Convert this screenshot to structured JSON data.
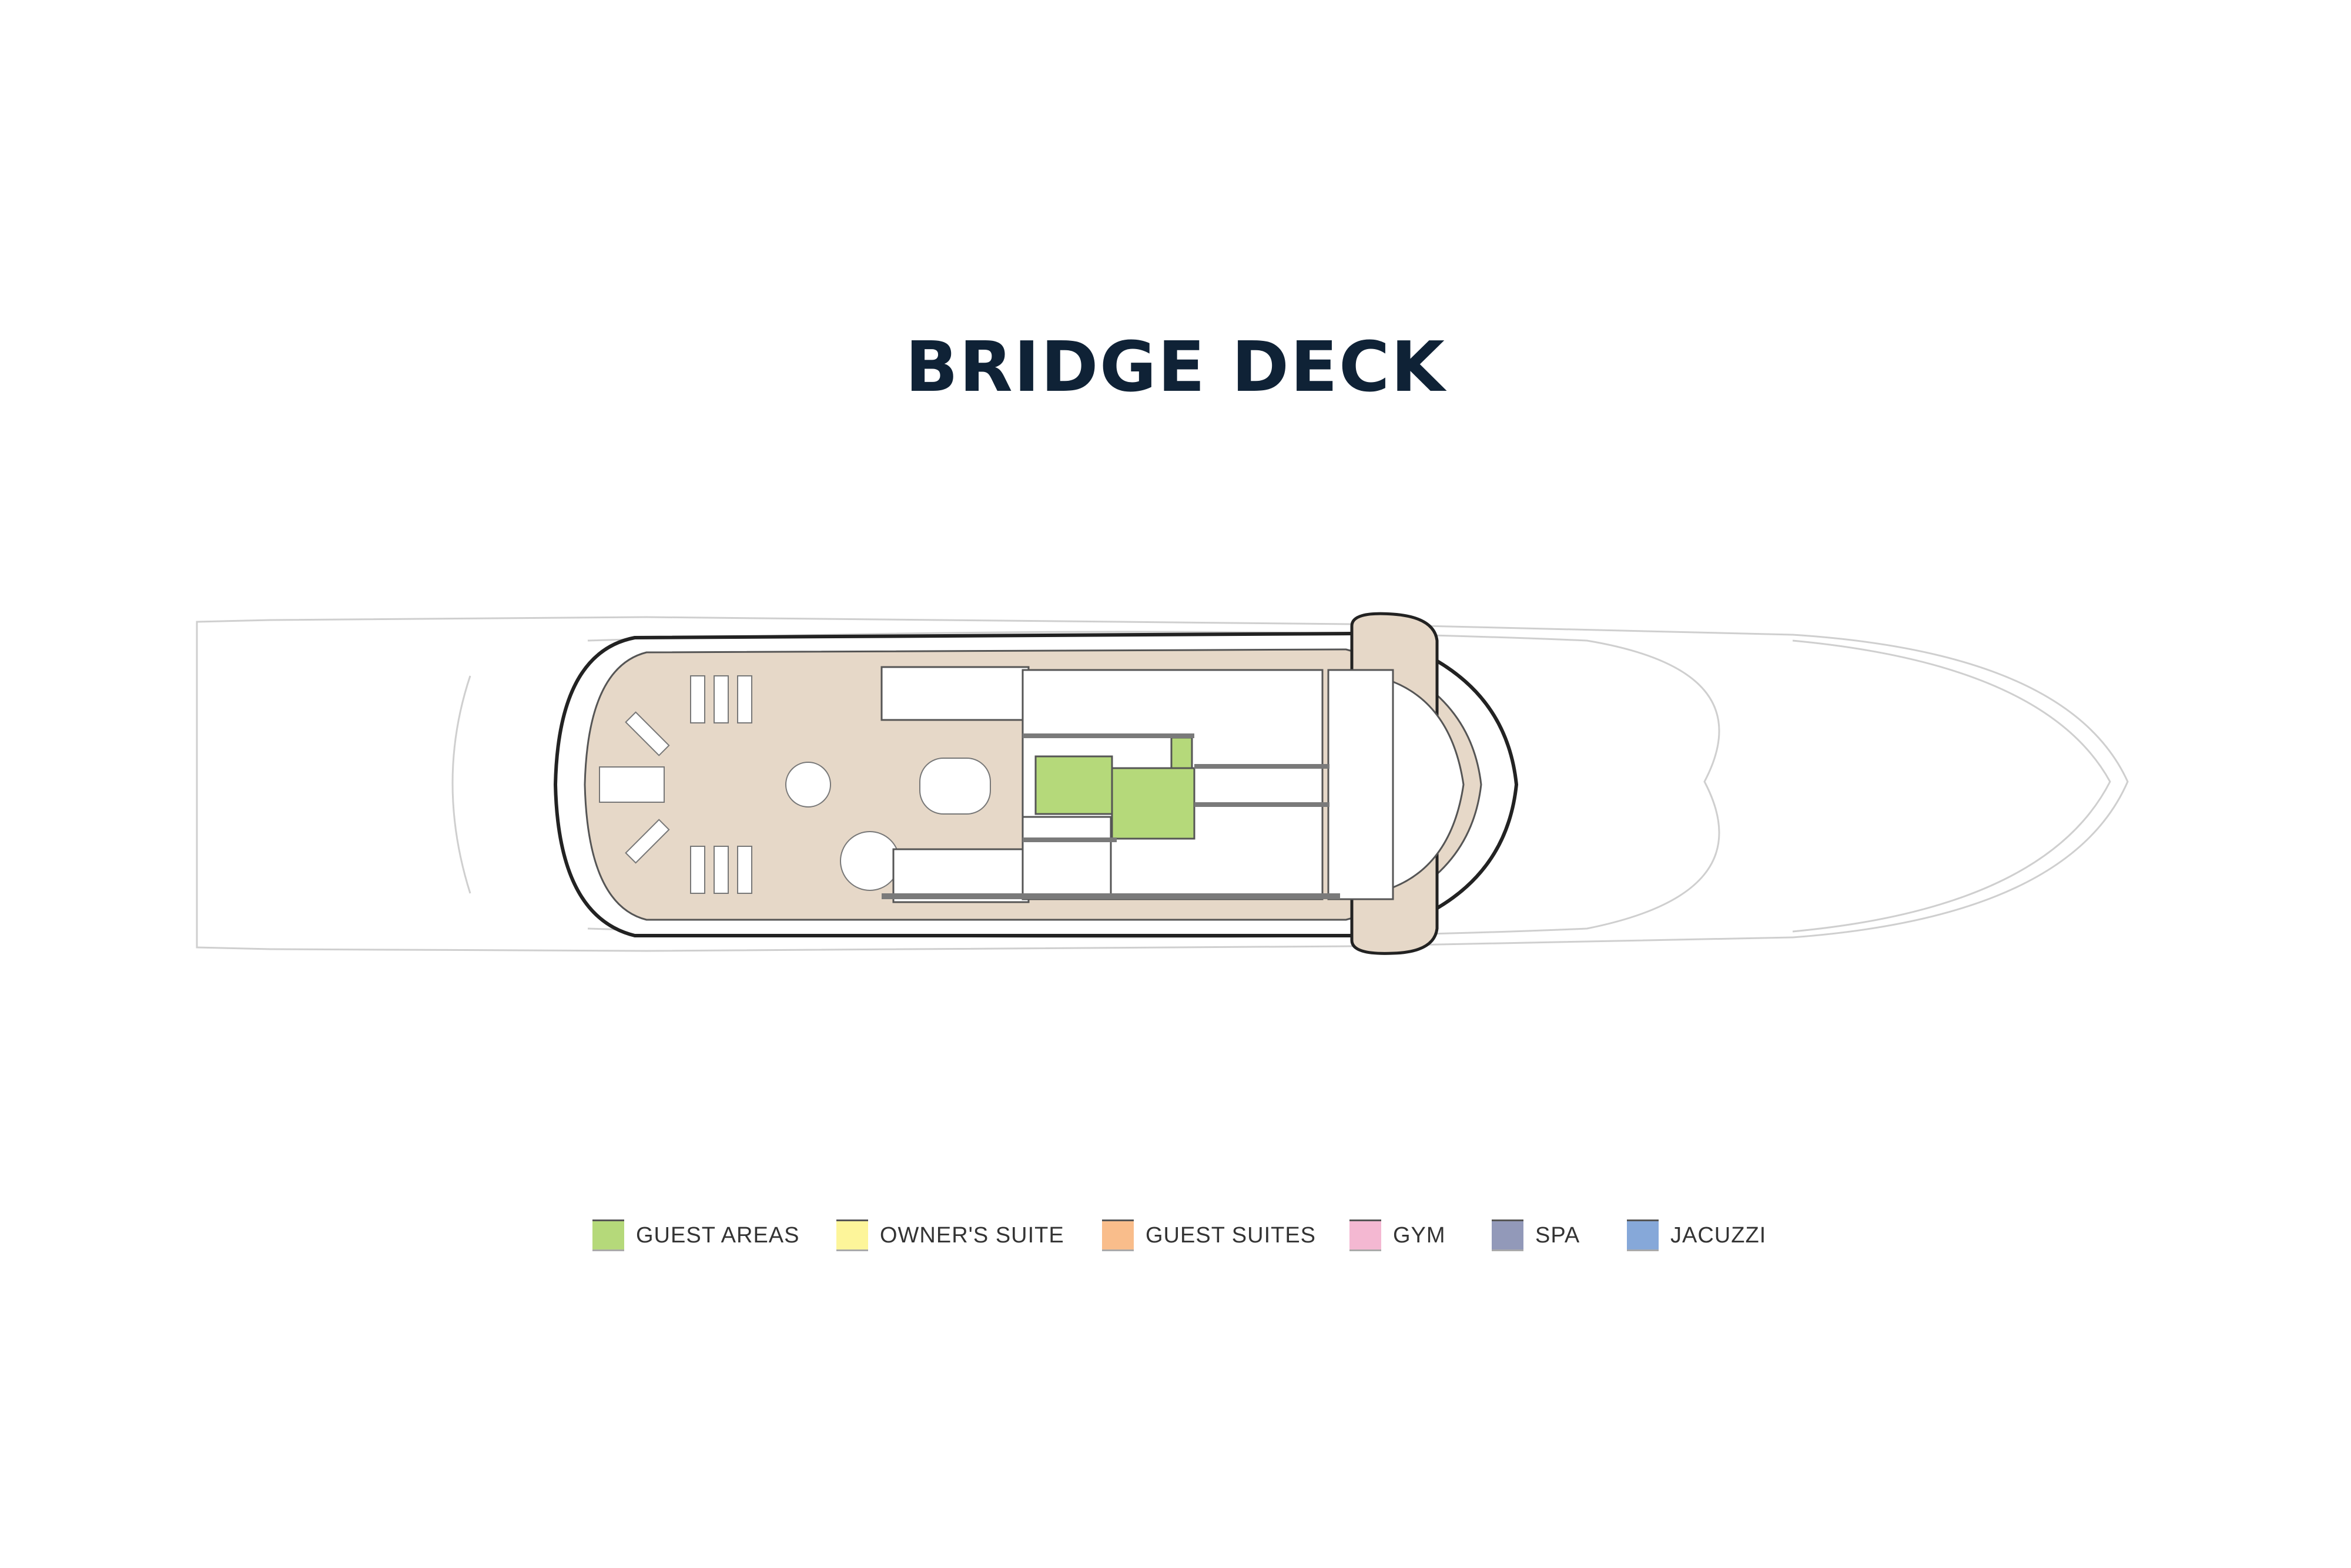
{
  "title": "BRIDGE DECK",
  "legend": [
    {
      "label": "GUEST AREAS",
      "color": "#b5d97a"
    },
    {
      "label": "OWNER'S SUITE",
      "color": "#fdf59a"
    },
    {
      "label": "GUEST SUITES",
      "color": "#f9bd8b"
    },
    {
      "label": "GYM",
      "color": "#f4b8d2"
    },
    {
      "label": "SPA",
      "color": "#9299b9"
    },
    {
      "label": "JACUZZI",
      "color": "#86a8d9"
    }
  ],
  "colors": {
    "deck": "#e6d8c8",
    "wall": "#7a7a7a",
    "title": "#0f2236"
  }
}
